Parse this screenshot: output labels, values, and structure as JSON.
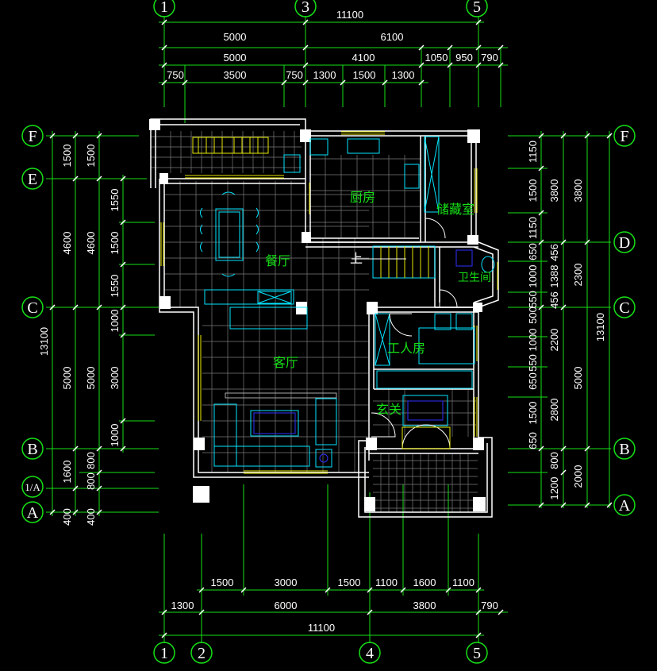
{
  "axes": {
    "top": [
      "1",
      "3",
      "5"
    ],
    "bottom": [
      "1",
      "2",
      "4",
      "5"
    ],
    "left": [
      "F",
      "E",
      "C",
      "B",
      "1/A",
      "A"
    ],
    "right": [
      "F",
      "D",
      "C",
      "B",
      "A"
    ]
  },
  "dims_top": {
    "row1": [
      "11100"
    ],
    "row2": [
      "5000",
      "6100"
    ],
    "row3": [
      "5000",
      "4100",
      "1050",
      "950",
      "790"
    ],
    "row4": [
      "750",
      "3500",
      "750",
      "1300",
      "1500",
      "1300"
    ]
  },
  "dims_bottom": {
    "row1": [
      "1500",
      "3000",
      "1500",
      "1100",
      "1600",
      "1100"
    ],
    "row2": [
      "1300",
      "6000",
      "3800",
      "790"
    ],
    "row3": [
      "11100"
    ]
  },
  "dims_left": {
    "outer": [
      "13100"
    ],
    "mid": [
      "4600",
      "5000",
      "1600",
      "400"
    ],
    "mid2": [
      "1500",
      "4600",
      "5000",
      "800",
      "800",
      "400"
    ],
    "inner": [
      "1500",
      "1550",
      "1500",
      "1550",
      "1000",
      "3000",
      "1000"
    ]
  },
  "dims_right": {
    "inner": [
      "1150",
      "1500",
      "1150",
      "650",
      "1000",
      "550",
      "500",
      "1000",
      "550",
      "650",
      "1500",
      "650"
    ],
    "inner2": [
      "456",
      "1388",
      "456"
    ],
    "mid": [
      "3800",
      "2300",
      "2200",
      "2800",
      "800",
      "1200"
    ],
    "mid2": [
      "3800",
      "5000",
      "2000"
    ],
    "outer": [
      "13100"
    ]
  },
  "rooms": {
    "kitchen": "厨房",
    "storage": "储藏室",
    "dining": "餐厅",
    "up": "上",
    "bathroom": "卫生间",
    "living": "客厅",
    "servant": "工人房",
    "foyer": "玄关"
  }
}
